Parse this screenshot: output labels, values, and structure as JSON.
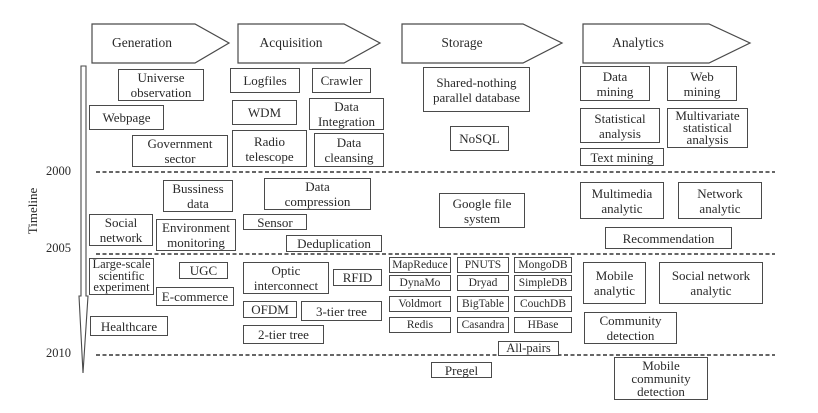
{
  "stages": [
    {
      "label": "Generation"
    },
    {
      "label": "Acquisition"
    },
    {
      "label": "Storage"
    },
    {
      "label": "Analytics"
    }
  ],
  "timeline": {
    "title": "Timeline",
    "years": [
      "2000",
      "2005",
      "2010"
    ]
  },
  "boxes": {
    "universe_observation": "Universe\nobservation",
    "webpage": "Webpage",
    "government_sector": "Government\nsector",
    "logfiles": "Logfiles",
    "crawler": "Crawler",
    "wdm": "WDM",
    "data_integration": "Data\nIntegration",
    "radio_telescope": "Radio\ntelescope",
    "data_cleansing": "Data\ncleansing",
    "shared_nothing": "Shared-nothing\nparallel database",
    "nosql": "NoSQL",
    "data_mining": "Data\nmining",
    "web_mining": "Web\nmining",
    "statistical_analysis": "Statistical\nanalysis",
    "multivariate": "Multivariate\nstatistical\nanalysis",
    "text_mining": "Text mining",
    "bussiness_data": "Bussiness\ndata",
    "social_network": "Social\nnetwork",
    "environment_monitoring": "Environment\nmonitoring",
    "data_compression": "Data\ncompression",
    "sensor": "Sensor",
    "deduplication": "Deduplication",
    "google_file_system": "Google file\nsystem",
    "multimedia_analytic": "Multimedia\nanalytic",
    "network_analytic": "Network\nanalytic",
    "recommendation": "Recommendation",
    "large_scale": "Large-scale\nscientific\nexperiment",
    "ugc": "UGC",
    "ecommerce": "E-commerce",
    "healthcare": "Healthcare",
    "optic_interconnect": "Optic\ninterconnect",
    "rfid": "RFID",
    "ofdm": "OFDM",
    "three_tier": "3-tier tree",
    "two_tier": "2-tier tree",
    "mapreduce": "MapReduce",
    "pnuts": "PNUTS",
    "mongodb": "MongoDB",
    "dynamo": "DynaMo",
    "dryad": "Dryad",
    "simpledb": "SimpleDB",
    "voldmort": "Voldmort",
    "bigtable": "BigTable",
    "couchdb": "CouchDB",
    "redis": "Redis",
    "casandra": "Casandra",
    "hbase": "HBase",
    "all_pairs": "All-pairs",
    "pregel": "Pregel",
    "mobile_analytic": "Mobile\nanalytic",
    "social_network_analytic": "Social network\nanalytic",
    "community_detection": "Community\ndetection",
    "mobile_community_detection": "Mobile\ncommunity\ndetection"
  }
}
